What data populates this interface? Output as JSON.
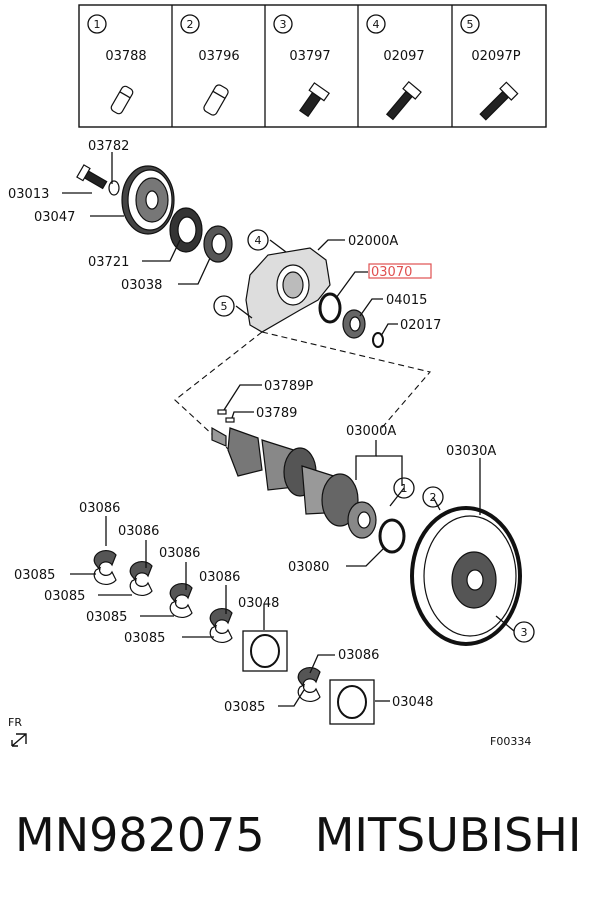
{
  "legend": [
    {
      "num": "1",
      "code": "03788",
      "icon": "pin-icon"
    },
    {
      "num": "2",
      "code": "03796",
      "icon": "pin-icon"
    },
    {
      "num": "3",
      "code": "03797",
      "icon": "bolt-icon"
    },
    {
      "num": "4",
      "code": "02097",
      "icon": "bolt-icon"
    },
    {
      "num": "5",
      "code": "02097P",
      "icon": "bolt-icon"
    }
  ],
  "labels": {
    "l03782": "03782",
    "l03013": "03013",
    "l03047": "03047",
    "l03721": "03721",
    "l03038": "03038",
    "l02000A": "02000A",
    "l03070": "03070",
    "l04015": "04015",
    "l02017": "02017",
    "l03789P": "03789P",
    "l03789": "03789",
    "l03000A": "03000A",
    "l03030A": "03030A",
    "l03080": "03080",
    "l03086a": "03086",
    "l03086b": "03086",
    "l03086c": "03086",
    "l03086d": "03086",
    "l03086e": "03086",
    "l03085a": "03085",
    "l03085b": "03085",
    "l03085c": "03085",
    "l03085d": "03085",
    "l03085e": "03085",
    "l03048a": "03048",
    "l03048b": "03048"
  },
  "callouts": {
    "c4": "4",
    "c5": "5",
    "c1": "1",
    "c2": "2",
    "c3": "3"
  },
  "direction": "FR",
  "figure_id": "F00334",
  "caption": {
    "part_number": "MN982075",
    "brand": "MITSUBISHI"
  },
  "highlight_color": "#e05050"
}
